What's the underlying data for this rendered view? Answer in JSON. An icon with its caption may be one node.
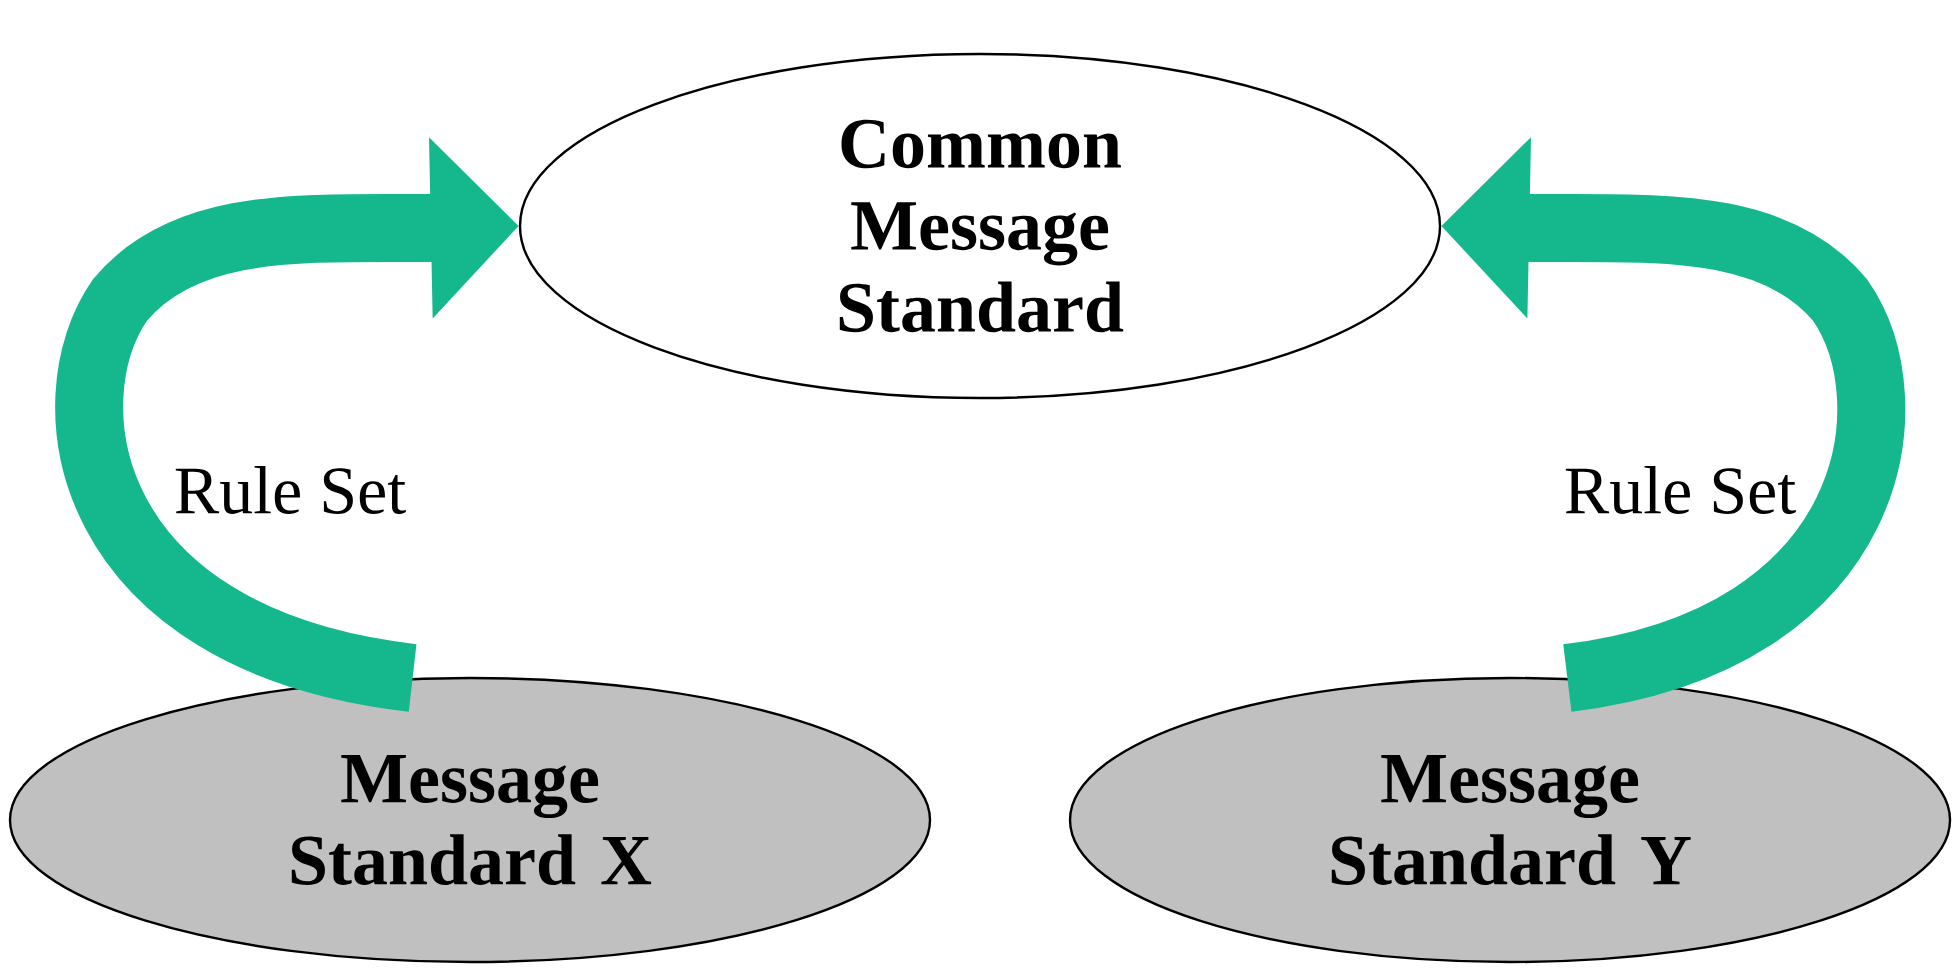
{
  "diagram": {
    "nodes": [
      {
        "text": [
          "Common Message Standard"
        ]
      },
      {
        "text": [
          "Message Standard X"
        ]
      },
      {
        "text": [
          "Message Standard Y"
        ]
      }
    ],
    "edges": [
      {
        "from": 1,
        "to": 0,
        "arrow": "to",
        "label": "Rule Set"
      },
      {
        "from": 2,
        "to": 0,
        "arrow": "to",
        "label": "Rule Set"
      }
    ]
  }
}
